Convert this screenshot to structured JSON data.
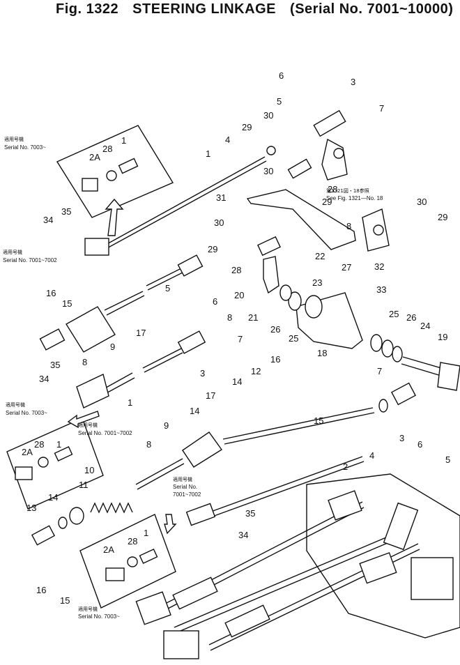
{
  "title": {
    "fig": "Fig. 1322",
    "name": "STEERING LINKAGE",
    "serial": "(Serial No. 7001~10000)"
  },
  "notes": {
    "top_left_jp": "適用号機",
    "top_left": "Serial No. 7003~",
    "mid_left_jp": "適用号機",
    "mid_left": "Serial No. 7001~7002",
    "see_fig_jp": "第1321図・18参照",
    "see_fig": "See Fig. 1321—No. 18",
    "left2_jp": "適用号機",
    "left2": "Serial No. 7003~",
    "left2b_jp": "適用号機",
    "left2b": "Serial No. 7001~7002",
    "center_jp": "適用号機",
    "center": "Serial No.",
    "center2": "7001~7002",
    "bottom_jp": "適用号機",
    "bottom": "Serial No. 7003~"
  },
  "labels": {
    "n1a": "1",
    "n1b": "1",
    "n1c": "1",
    "n1d": "1",
    "n2": "2",
    "n2a": "2A",
    "n2b": "2A",
    "n2c": "2A",
    "n3a": "3",
    "n3b": "3",
    "n3c": "3",
    "n4a": "4",
    "n4b": "4",
    "n5a": "5",
    "n5b": "5",
    "n5c": "5",
    "n6a": "6",
    "n6b": "6",
    "n6c": "6",
    "n7a": "7",
    "n7b": "7",
    "n7c": "7",
    "n8a": "8",
    "n8b": "8",
    "n8c": "8",
    "n8d": "8",
    "n9a": "9",
    "n9b": "9",
    "n10": "10",
    "n11": "11",
    "n12": "12",
    "n13": "13",
    "n14a": "14",
    "n14b": "14",
    "n14c": "14",
    "n15a": "15",
    "n15b": "15",
    "n15c": "15",
    "n16a": "16",
    "n16b": "16",
    "n16c": "16",
    "n17a": "17",
    "n17b": "17",
    "n18": "18",
    "n19": "19",
    "n20": "20",
    "n21": "21",
    "n22": "22",
    "n23": "23",
    "n24": "24",
    "n25a": "25",
    "n25b": "25",
    "n26a": "26",
    "n26b": "26",
    "n27": "27",
    "n28a": "28",
    "n28b": "28",
    "n28c": "28",
    "n28d": "28",
    "n28e": "28",
    "n29a": "29",
    "n29b": "29",
    "n29c": "29",
    "n29d": "29",
    "n30a": "30",
    "n30b": "30",
    "n30c": "30",
    "n30d": "30",
    "n31": "31",
    "n32": "32",
    "n33": "33",
    "n34a": "34",
    "n34b": "34",
    "n34c": "34",
    "n35a": "35",
    "n35b": "35",
    "n35c": "35"
  }
}
